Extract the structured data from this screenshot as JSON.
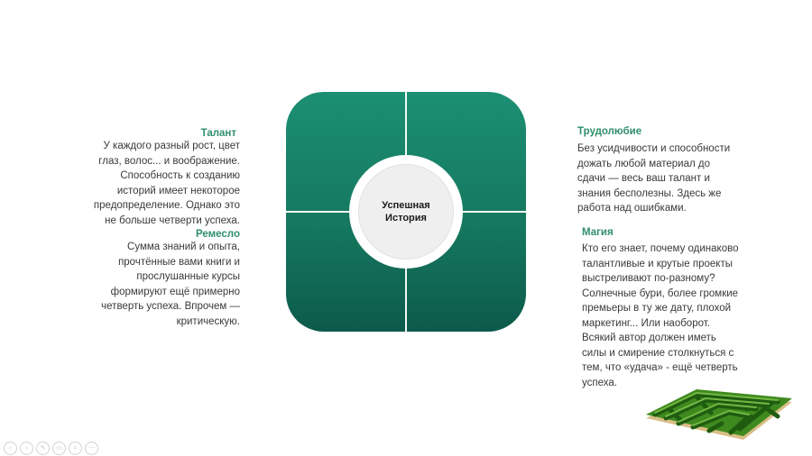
{
  "center": {
    "label": "Успешная\nИстория",
    "fill_top": "#1c8f73",
    "fill_bottom": "#0d5a4b"
  },
  "talent": {
    "heading": "Талант",
    "text": "У каждого разный рост, цвет\nглаз, волос... и воображение.\nСпособность к созданию\nисторий имеет некоторое\nпредопределение. Однако это\nне больше четверти успеха."
  },
  "craft": {
    "heading": "Ремесло",
    "text": "Сумма знаний и опыта,\nпрочтённые вами книги и\nпрослушанные курсы\nформируют ещё примерно\nчетверть успеха. Впрочем —\nкритическую."
  },
  "diligence": {
    "heading": "Трудолюбие",
    "text": "Без усидчивости и способности\nдожать любой материал до\nсдачи — весь ваш талант и\nзнания бесполезны. Здесь же\nработа над ошибками."
  },
  "magic": {
    "heading": "Магия",
    "text": "Кто его знает, почему одинаково\nталантливые и крутые проекты\nвыстреливают по-разному?\nСолнечные бури, более громкие\nпремьеры в ту же дату, плохой\nмаркетинг... Или наоборот.\nВсякий автор должен иметь\nсилы и смирение столкнуться с\nтем, что «удача» - ещё четверть\nуспеха."
  },
  "accent_color": "#2f8f6b",
  "controls": [
    {
      "icon": "previous-icon",
      "glyph": "‹"
    },
    {
      "icon": "next-icon",
      "glyph": "›"
    },
    {
      "icon": "pen-icon",
      "glyph": "✎"
    },
    {
      "icon": "slides-icon",
      "glyph": "▭"
    },
    {
      "icon": "zoom-icon",
      "glyph": "⌕"
    },
    {
      "icon": "more-icon",
      "glyph": "⋯"
    }
  ]
}
